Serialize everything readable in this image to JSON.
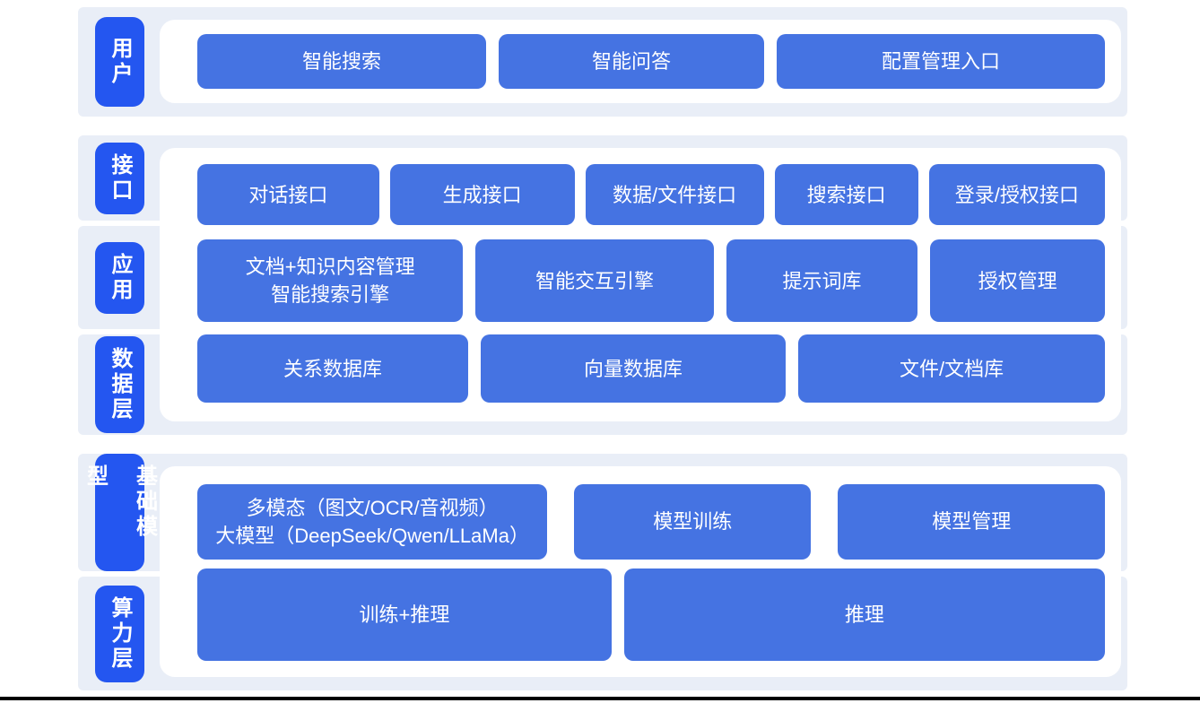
{
  "colors": {
    "band_background": "#e9eef7",
    "label_chip_blue": "#2456f0",
    "node_blue": "#4573e2",
    "panel_white": "#ffffff",
    "text_white": "#ffffff",
    "bottom_rule_black": "#000000"
  },
  "groups": [
    {
      "sections": [
        {
          "label": "用户"
        }
      ],
      "rows": [
        {
          "buttons": [
            {
              "lines": [
                "智能搜索"
              ]
            },
            {
              "lines": [
                "智能问答"
              ]
            },
            {
              "lines": [
                "配置管理入口"
              ]
            }
          ]
        }
      ]
    },
    {
      "sections": [
        {
          "label": "接口"
        },
        {
          "label": "应用"
        },
        {
          "label": "数据层"
        }
      ],
      "rows": [
        {
          "buttons": [
            {
              "lines": [
                "对话接口"
              ]
            },
            {
              "lines": [
                "生成接口"
              ]
            },
            {
              "lines": [
                "数据/文件接口"
              ]
            },
            {
              "lines": [
                "搜索接口"
              ]
            },
            {
              "lines": [
                "登录/授权接口"
              ]
            }
          ]
        },
        {
          "buttons": [
            {
              "lines": [
                "文档+知识内容管理",
                "智能搜索引擎"
              ]
            },
            {
              "lines": [
                "智能交互引擎"
              ]
            },
            {
              "lines": [
                "提示词库"
              ]
            },
            {
              "lines": [
                "授权管理"
              ]
            }
          ]
        },
        {
          "buttons": [
            {
              "lines": [
                "关系数据库"
              ]
            },
            {
              "lines": [
                "向量数据库"
              ]
            },
            {
              "lines": [
                "文件/文档库"
              ]
            }
          ]
        }
      ]
    },
    {
      "sections": [
        {
          "label": "基础模型"
        },
        {
          "label": "算力层"
        }
      ],
      "rows": [
        {
          "buttons": [
            {
              "lines": [
                "多模态（图文/OCR/音视频）",
                "大模型（DeepSeek/Qwen/LLaMa）"
              ]
            },
            {
              "lines": [
                "模型训练"
              ]
            },
            {
              "lines": [
                "模型管理"
              ]
            }
          ]
        },
        {
          "buttons": [
            {
              "lines": [
                "训练+推理"
              ]
            },
            {
              "lines": [
                "推理"
              ]
            }
          ]
        }
      ]
    }
  ]
}
